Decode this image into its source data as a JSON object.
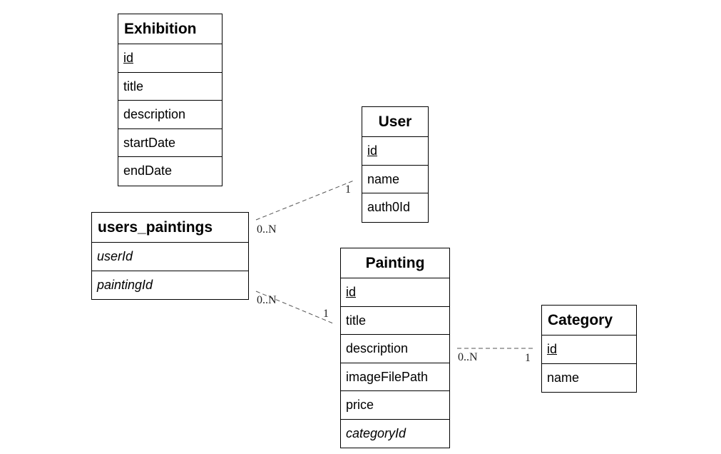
{
  "entities": {
    "exhibition": {
      "name": "Exhibition",
      "attributes": [
        "id",
        "title",
        "description",
        "startDate",
        "endDate"
      ]
    },
    "user": {
      "name": "User",
      "attributes": [
        "id",
        "name",
        "auth0Id"
      ]
    },
    "users_paintings": {
      "name": "users_paintings",
      "attributes": [
        "userId",
        "paintingId"
      ]
    },
    "painting": {
      "name": "Painting",
      "attributes": [
        "id",
        "title",
        "description",
        "imageFilePath",
        "price",
        "categoryId"
      ]
    },
    "category": {
      "name": "Category",
      "attributes": [
        "id",
        "name"
      ]
    }
  },
  "relationships": [
    {
      "from": "users_paintings",
      "to": "user",
      "from_multiplicity": "0..N",
      "to_multiplicity": "1"
    },
    {
      "from": "users_paintings",
      "to": "painting",
      "from_multiplicity": "0..N",
      "to_multiplicity": "1"
    },
    {
      "from": "painting",
      "to": "category",
      "from_multiplicity": "0..N",
      "to_multiplicity": "1"
    }
  ]
}
